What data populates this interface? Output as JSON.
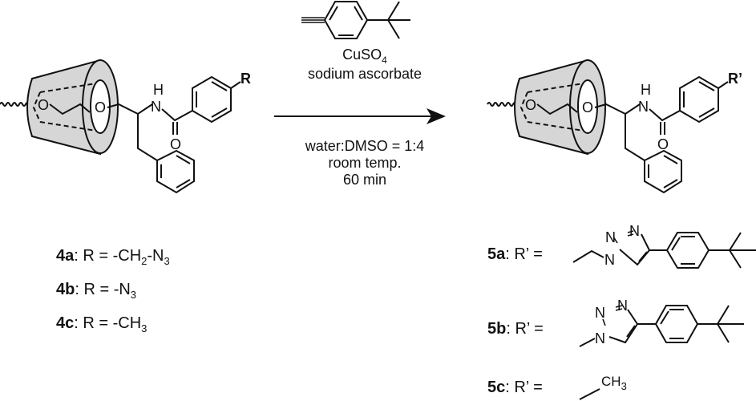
{
  "reaction": {
    "reagent_structure": "4-tert-butylphenylacetylene",
    "conditions_above": {
      "catalyst": "CuSO",
      "catalyst_subscript": "4",
      "additive": "sodium ascorbate"
    },
    "conditions_below": {
      "solvent": "water:DMSO = 1:4",
      "temperature": "room temp.",
      "time": "60 min"
    }
  },
  "reactant": {
    "substituent_label": "R",
    "atoms": {
      "nh": "H",
      "n": "N",
      "o_carbonyl": "O",
      "o1": "O",
      "o2": "O"
    },
    "variants": [
      {
        "id": "4a",
        "prefix": ": R = -CH",
        "sub1": "2",
        "mid": "-N",
        "sub2": "3"
      },
      {
        "id": "4b",
        "prefix": ": R = -N",
        "sub1": "3"
      },
      {
        "id": "4c",
        "prefix": ": R = -CH",
        "sub1": "3"
      }
    ]
  },
  "product": {
    "substituent_label": "R’",
    "variants": [
      {
        "id": "5a",
        "text": ":  R’ = ",
        "structure": "CH2-triazole-4-tBu-phenyl"
      },
      {
        "id": "5b",
        "text": ":  R’ = ",
        "structure": "triazole-4-tBu-phenyl"
      },
      {
        "id": "5c",
        "text": ":  R’ = ",
        "structure": "CH3",
        "ch": "CH",
        "ch_sub": "3"
      }
    ],
    "triazole_atoms": {
      "n1": "N",
      "n2": "N",
      "n3": "N"
    }
  },
  "colors": {
    "line": "#111111",
    "cone_fill": "#d6d6d6",
    "background": "#ffffff"
  }
}
